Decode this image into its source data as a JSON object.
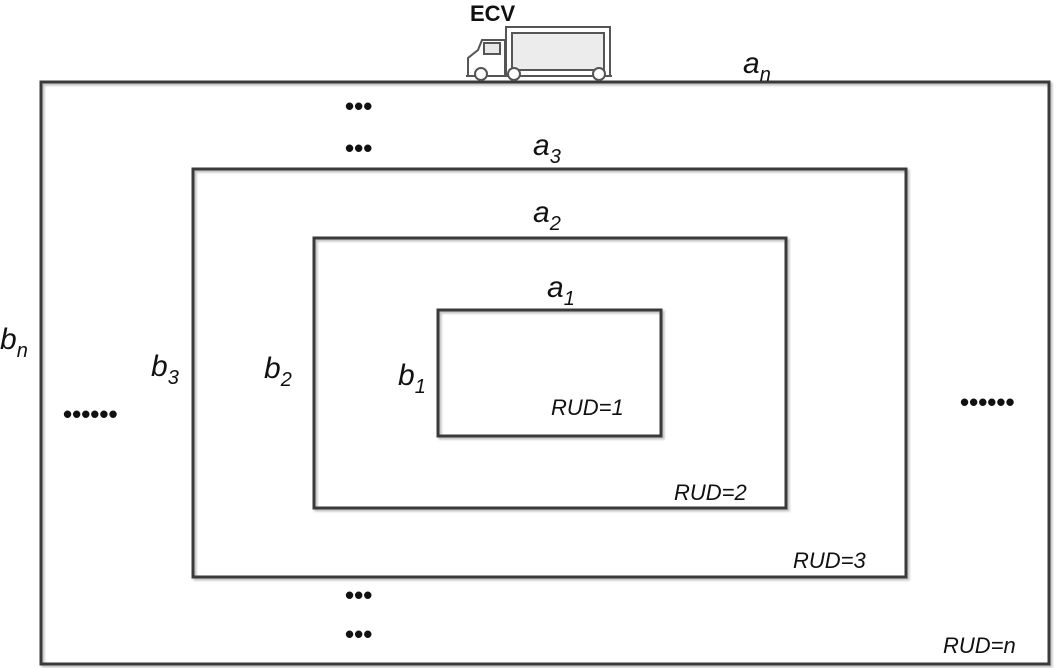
{
  "vehicle": {
    "label": "ECV",
    "icon": "truck-icon"
  },
  "rings": [
    {
      "id": "1",
      "side_a": "a",
      "side_a_sub": "1",
      "side_b": "b",
      "side_b_sub": "1",
      "rud": "RUD=1"
    },
    {
      "id": "2",
      "side_a": "a",
      "side_a_sub": "2",
      "side_b": "b",
      "side_b_sub": "2",
      "rud": "RUD=2"
    },
    {
      "id": "3",
      "side_a": "a",
      "side_a_sub": "3",
      "side_b": "b",
      "side_b_sub": "3",
      "rud": "RUD=3"
    },
    {
      "id": "n",
      "side_a": "a",
      "side_a_sub": "n",
      "side_b": "b",
      "side_b_sub": "n",
      "rud": "RUD=n"
    }
  ],
  "ellipsis": {
    "short": "•••",
    "long": "••••••"
  },
  "colors": {
    "stroke": "#3a3a3a",
    "text": "#111111"
  }
}
